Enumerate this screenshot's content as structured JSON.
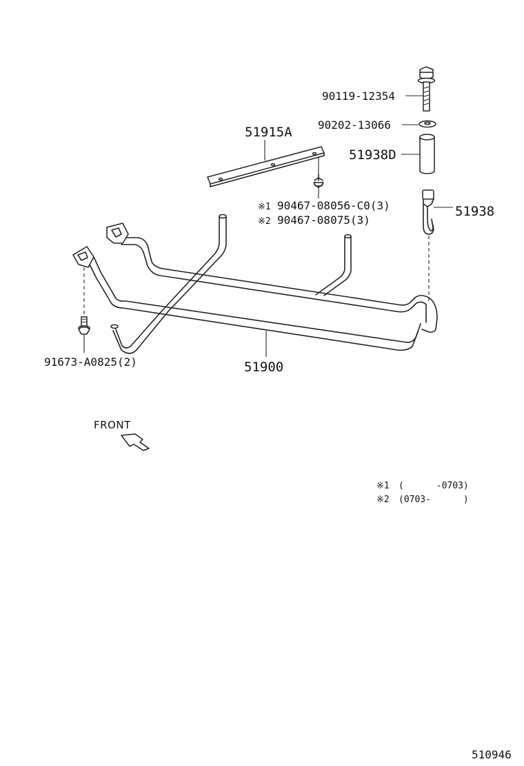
{
  "parts": {
    "bolt": "90119-12354",
    "washer": "90202-13066",
    "plate": "51915A",
    "spacer": "51938D",
    "hook": "51938",
    "clip_1": "90467-08056-C0(3)",
    "clip_2": "90467-08075(3)",
    "clip_1_mark": "※1",
    "clip_2_mark": "※2",
    "bolt_bottom": "91673-A0825(2)",
    "carrier": "51900"
  },
  "front_label": "FRONT",
  "notes": [
    {
      "mark": "※1",
      "text": "(      -0703)"
    },
    {
      "mark": "※2",
      "text": "(0703-      )"
    }
  ],
  "diagram_number": "510946"
}
